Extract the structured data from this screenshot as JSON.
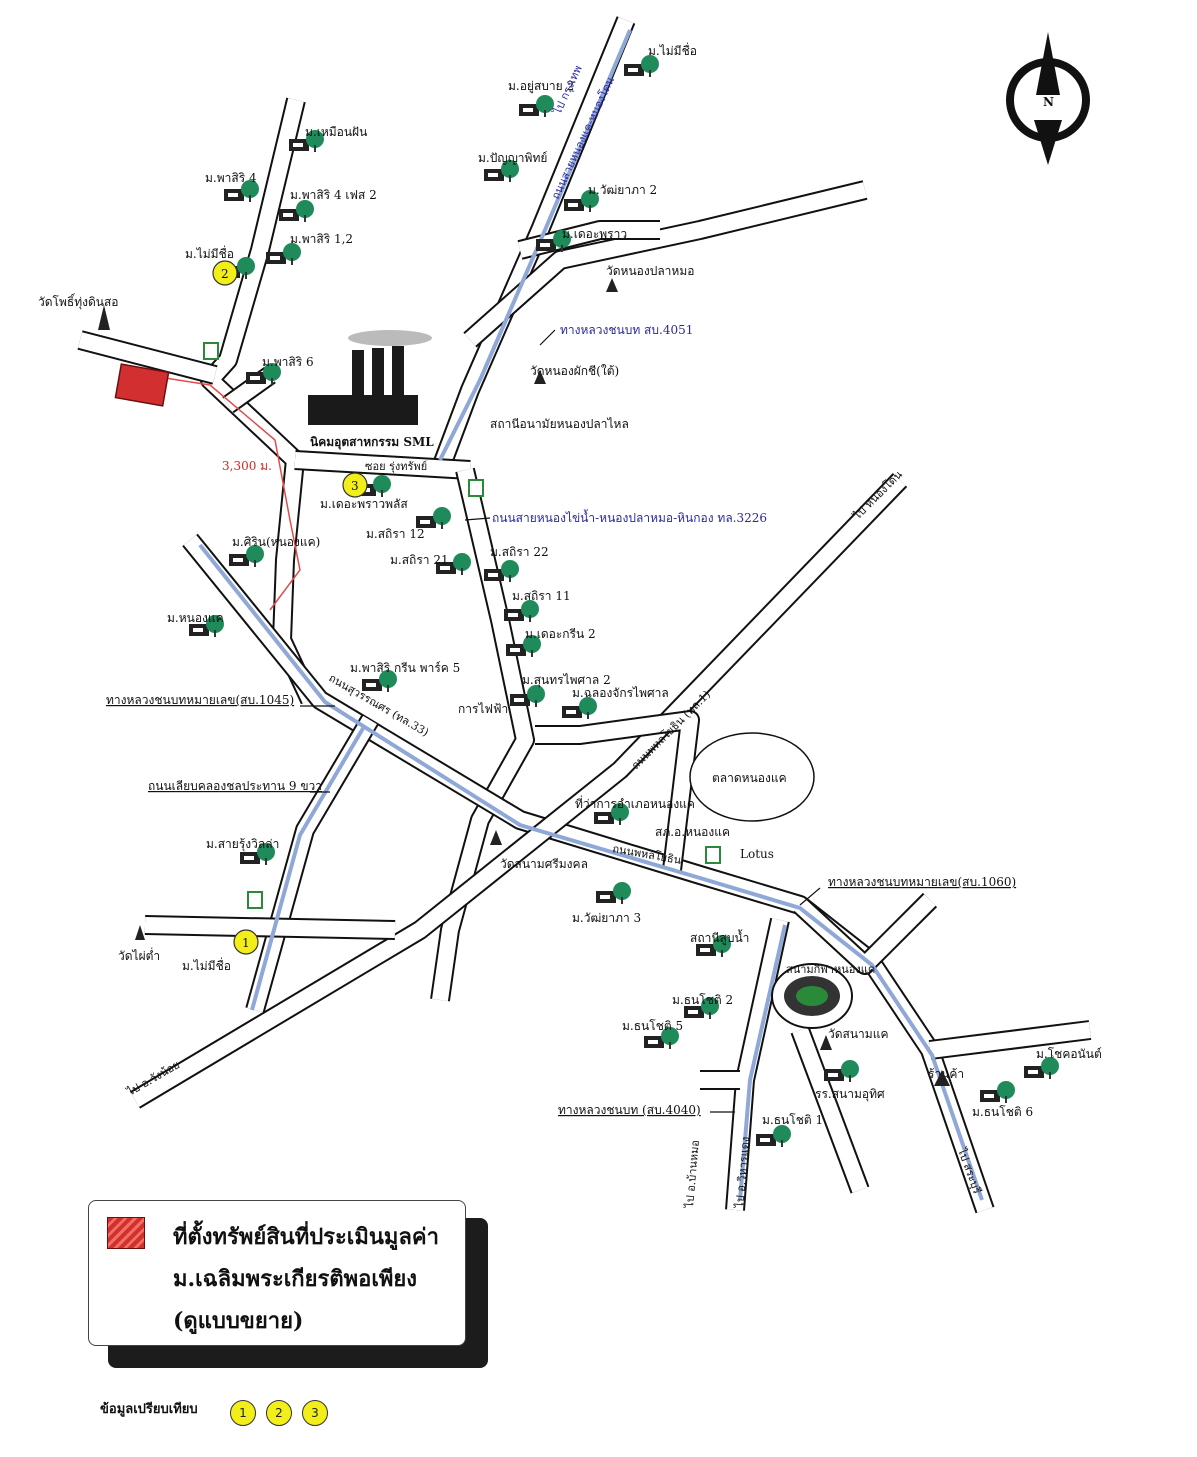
{
  "map": {
    "north_label": "N",
    "legend": {
      "line1": "ที่ตั้งทรัพย์สินที่ประเมินมูลค่า",
      "line2": "ม.เฉลิมพระเกียรติพอเพียง",
      "line3": "(ดูแบบขยาย)",
      "swatch_color": "#d23030"
    },
    "comparison": {
      "label": "ข้อมูลเปรียบเทียบ",
      "badges": [
        "1",
        "2",
        "3"
      ],
      "badge_color": "#f2ee1a"
    },
    "distance": "3,300 ม.",
    "places": {
      "m_mai_mi_chue_top": "ม.ไม่มีชื่อ",
      "m_yu_sabai_2": "ม.อยู่สบาย 2",
      "m_panya": "ม.ปัญญาพิทย์",
      "m_wat_2": "ม.วัฒ่ยาภา 2",
      "m_the_phrao": "ม.เดอะพราว",
      "wat_nong_pla_mo": "วัดหนองปลาหมอ",
      "m_muan_fan": "ม.เหมือนฝัน",
      "m_phasiri_4": "ม.พาสิริ 4",
      "m_phasiri_4_phase2": "ม.พาสิริ 4 เฟส 2",
      "m_phasiri_12": "ม.พาสิริ 1,2",
      "m_mai_mi_chue_2": "ม.ไม่มีชื่อ",
      "wat_khok": "วัดโพธิ์ทุ่งดินสอ",
      "m_phasiri_6": "ม.พาสิริ 6",
      "estate": "นิคมอุตสาหกรรม SML",
      "wat_nong_phak_chi": "วัดหนองผักชี(ใต้)",
      "health_station": "สถานีอนามัยหนองปลาไหล",
      "road_4051": "ทางหลวงชนบท สบ.4051",
      "road_3226": "ถนนสายหนองไข่น้ำ-หนองปลาหมอ-หินกอง ทล.3226",
      "soi_rung": "ซอย รุ่งทรัพย์",
      "m_the_phrao_plus": "ม.เดอะพราวพลัส",
      "m_sirin": "ม.ศิริน(หนองแค)",
      "m_sathira_12": "ม.สถิรา 12",
      "m_sathira_22": "ม.สถิรา 22",
      "m_sathira_21": "ม.สถิรา 21",
      "m_sathira_11": "ม.สถิรา 11",
      "m_the_green_2": "ม.เดอะกรีน 2",
      "m_nong_khae": "ม.หนองแค",
      "m_phasiri_green": "ม.พาสิริ กรีน พาร์ค 5",
      "m_sunthon": "ม.สุนทรไพศาล 2",
      "m_chakri": "ม.ฉลองจักรไพศาล",
      "power": "การไฟฟ้า",
      "road_1045": "ทางหลวงชนบทหมายเลข(สบ.1045)",
      "canal_road": "ถนนเลียบคลองชลประทาน 9 ขวา",
      "market": "ตลาดหนองแค",
      "district_office": "ที่ว่าการอำเภอหนองแค",
      "police": "สภ.อ.หนองแค",
      "temple_center": "วัดสนามศรีมงคล",
      "m_sai_rung": "ม.สายรุ้งวิลล่า",
      "lotus": "Lotus",
      "road_1060": "ทางหลวงชนบทหมายเลข(สบ.1060)",
      "wat_phai": "วัดไผ่ต่ำ",
      "m_mai_mi_chue_1": "ม.ไม่มีชื่อ",
      "m_wat_3": "ม.วัฒ่ยาภา 3",
      "water_station": "สถานีสูบน้ำ",
      "stadium": "สนามกีฬาหนองแค",
      "m_thanchot_2": "ม.ธนโชติ 2",
      "m_thanchot_5": "ม.ธนโชติ 5",
      "wat_sanam": "วัดสนามแค",
      "school": "รร.สนามอุทิศ",
      "m_thanchot_1": "ม.ธนโชติ 1",
      "road_4040": "ทางหลวงชนบท (สบ.4040)",
      "shop": "ร้านค้า",
      "m_chok_anan": "ม.โชคอนันต์",
      "m_thanchot_6": "ม.ธนโชติ 6",
      "to_ban_mo": "ไป อ.บ้านหมอ",
      "to_sao_hai": "ไป อ.วิหารแดง",
      "to_saraburi": "ไป สระบุรี",
      "to_wang_noi": "ไป อ.วังน้อย",
      "to_nong_don": "ไป หนองโดน",
      "to_bkk": "ไป กรุงเทพ",
      "phahon": "ถนนพหลโยธิน (ทล.1)",
      "phahon_2": "ถนนพหลโยธิน",
      "mittraphap": "ถนนสุวรรณศร (ทล.33)",
      "sirin_road": "ถนนสายหนองแค-หนองโดน"
    }
  }
}
